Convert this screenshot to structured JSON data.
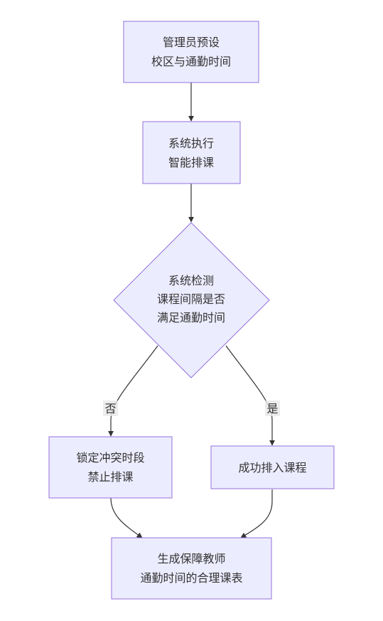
{
  "nodes": {
    "preset": {
      "lines": [
        "管理员预设",
        "校区与通勤时间"
      ]
    },
    "execute": {
      "lines": [
        "系统执行",
        "智能排课"
      ]
    },
    "check": {
      "lines": [
        "系统检测",
        "课程间隔是否",
        "满足通勤时间"
      ]
    },
    "lock": {
      "lines": [
        "锁定冲突时段",
        "禁止排课"
      ]
    },
    "success": {
      "lines": [
        "成功排入课程"
      ]
    },
    "result": {
      "lines": [
        "生成保障教师",
        "通勤时间的合理课表"
      ]
    }
  },
  "edges": {
    "no_label": "否",
    "yes_label": "是"
  },
  "colors": {
    "node_fill": "#ECECFF",
    "node_stroke": "#9370DB",
    "edge": "#333333",
    "text": "#333333"
  }
}
